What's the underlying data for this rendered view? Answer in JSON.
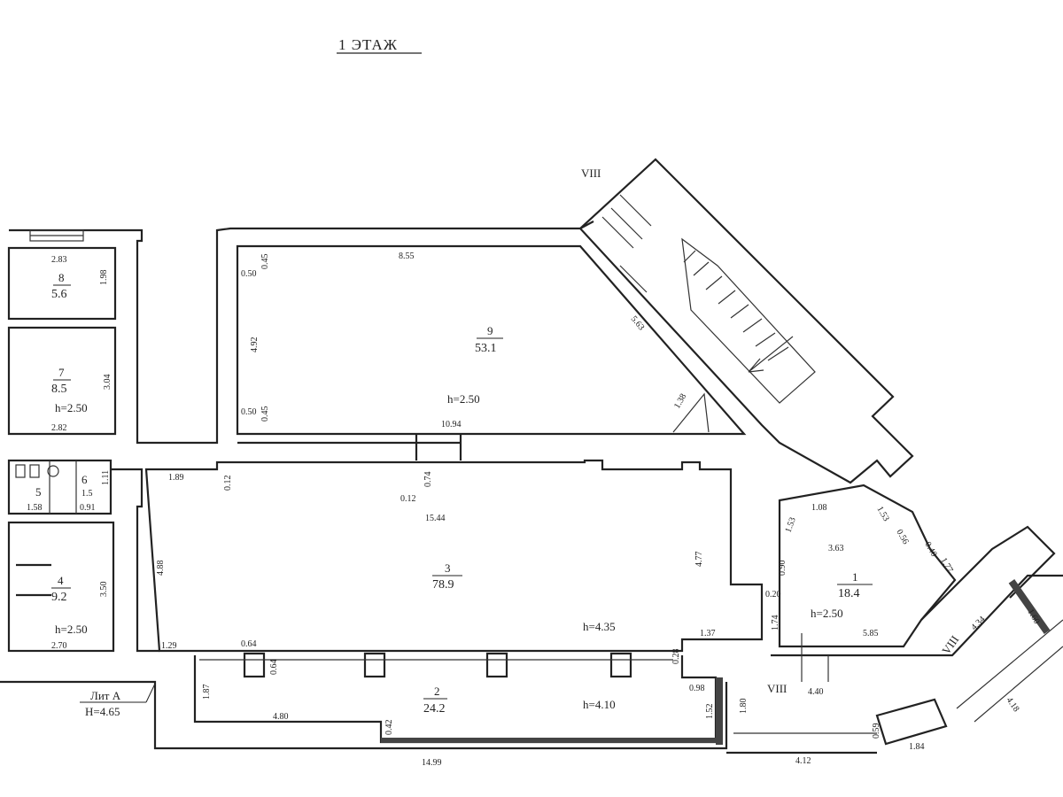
{
  "title": "1 ЭТАЖ",
  "building": {
    "lit": "Лит А",
    "height": "H=4.65"
  },
  "rooms": [
    {
      "id": "r8",
      "number": "8",
      "area": "5.6"
    },
    {
      "id": "r7",
      "number": "7",
      "area": "8.5",
      "h": "h=2.50"
    },
    {
      "id": "r9",
      "number": "9",
      "area": "53.1",
      "h": "h=2.50"
    },
    {
      "id": "r5",
      "number": "5",
      "area": ""
    },
    {
      "id": "r6",
      "number": "6",
      "area": ""
    },
    {
      "id": "r4",
      "number": "4",
      "area": "9.2",
      "h": "h=2.50"
    },
    {
      "id": "r3",
      "number": "3",
      "area": "78.9",
      "h": "h=4.35"
    },
    {
      "id": "r2",
      "number": "2",
      "area": "24.2",
      "h": "h=4.10"
    },
    {
      "id": "r1",
      "number": "1",
      "area": "18.4",
      "h": "h=2.50"
    }
  ],
  "dimensions": [
    "2.83",
    "1.98",
    "3.04",
    "2.82",
    "8.55",
    "0.50",
    "0.45",
    "4.92",
    "5.63",
    "1.38",
    "0.50",
    "0.45",
    "10.94",
    "1.89",
    "0.12",
    "0.74",
    "0.12",
    "15.44",
    "4.88",
    "4.77",
    "3.50",
    "2.70",
    "1.58",
    "1.5",
    "0.91",
    "1.11",
    "1.29",
    "0.64",
    "0.64",
    "1.87",
    "4.80",
    "0.42",
    "14.99",
    "0.28",
    "1.37",
    "0.98",
    "1.52",
    "1.80",
    "4.12",
    "1.08",
    "1.53",
    "1.53",
    "3.63",
    "0.56",
    "0.40",
    "1.77",
    "0.90",
    "0.20",
    "1.74",
    "5.85",
    "4.40",
    "4.34",
    "4.18",
    "1.60",
    "1.84",
    "0.59"
  ],
  "stair_marks": [
    "VIII",
    "VIII",
    "VIII"
  ]
}
